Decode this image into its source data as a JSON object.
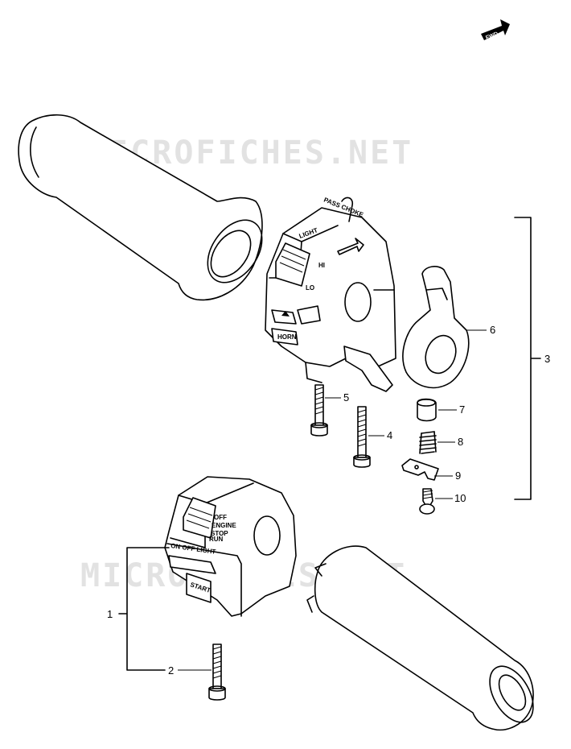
{
  "fwd_label": "FWD",
  "watermarks": [
    "MICROFICHES.NET",
    "MICROFICHES.NET"
  ],
  "callouts": [
    "1",
    "2",
    "3",
    "4",
    "5",
    "6",
    "7",
    "8",
    "9",
    "10"
  ],
  "right_switch_labels": {
    "light": "LIGHT",
    "pass_choke": "PASS CHOKE",
    "hi": "HI",
    "lo": "LO",
    "horn": "HORN"
  },
  "left_switch_labels": {
    "off": "OFF",
    "engine": "ENGINE",
    "stop": "STOP",
    "run": "RUN",
    "on_off_light": "ON  OFF  LIGHT",
    "start": "START"
  }
}
